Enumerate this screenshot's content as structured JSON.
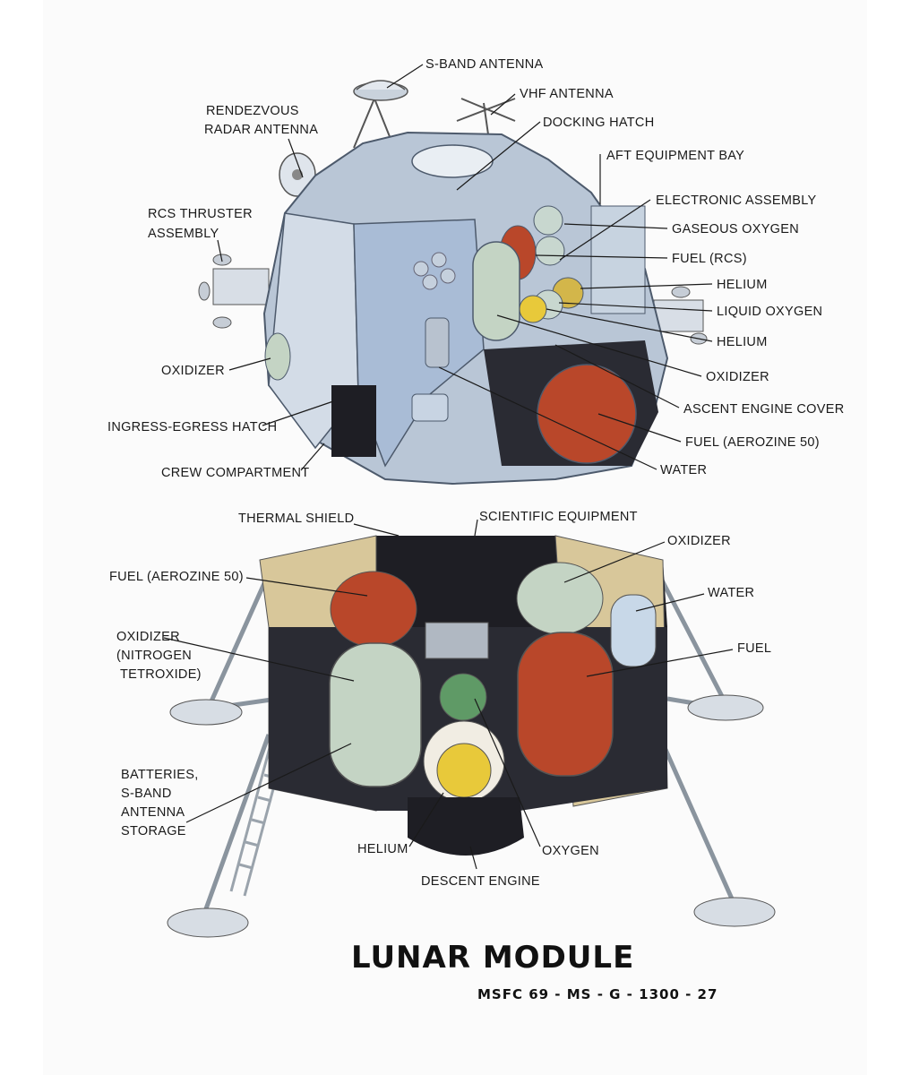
{
  "colors": {
    "panel": "#fbfbfb",
    "metal": "#b9c6d6",
    "metal_dark": "#6f7f96",
    "cabin": "#a9bcd6",
    "interior_dark": "#1e1e24",
    "fuel_orange": "#b9472a",
    "oxidizer_green": "#c4d4c4",
    "helium_yellow": "#e8c93a",
    "oxygen_green": "#5f9a66",
    "gold_foil": "#d8c79a"
  },
  "ascent_labels": [
    {
      "id": "s-band-antenna",
      "text": "S-BAND ANTENNA"
    },
    {
      "id": "vhf-antenna",
      "text": "VHF ANTENNA"
    },
    {
      "id": "rendezvous-radar-antenna",
      "lines": [
        "RENDEZVOUS",
        "RADAR ANTENNA"
      ]
    },
    {
      "id": "docking-hatch",
      "text": "DOCKING HATCH"
    },
    {
      "id": "aft-equipment-bay",
      "text": "AFT EQUIPMENT BAY"
    },
    {
      "id": "rcs-thruster-assembly",
      "lines": [
        "RCS THRUSTER",
        "ASSEMBLY"
      ]
    },
    {
      "id": "electronic-assembly",
      "text": "ELECTRONIC ASSEMBLY"
    },
    {
      "id": "gaseous-oxygen",
      "text": "GASEOUS OXYGEN"
    },
    {
      "id": "fuel-rcs",
      "text": "FUEL (RCS)"
    },
    {
      "id": "helium-1",
      "text": "HELIUM"
    },
    {
      "id": "liquid-oxygen",
      "text": "LIQUID OXYGEN"
    },
    {
      "id": "helium-2",
      "text": "HELIUM"
    },
    {
      "id": "oxidizer-left",
      "text": "OXIDIZER"
    },
    {
      "id": "oxidizer-right",
      "text": "OXIDIZER"
    },
    {
      "id": "ascent-engine-cover",
      "text": "ASCENT ENGINE COVER"
    },
    {
      "id": "ingress-egress-hatch",
      "text": "INGRESS-EGRESS HATCH"
    },
    {
      "id": "fuel-aerozine-50-ascent",
      "text": "FUEL (AEROZINE 50)"
    },
    {
      "id": "crew-compartment",
      "text": "CREW COMPARTMENT"
    },
    {
      "id": "water-ascent",
      "text": "WATER"
    }
  ],
  "descent_labels": [
    {
      "id": "thermal-shield",
      "text": "THERMAL SHIELD"
    },
    {
      "id": "scientific-equipment",
      "text": "SCIENTIFIC EQUIPMENT"
    },
    {
      "id": "oxidizer-descent",
      "text": "OXIDIZER"
    },
    {
      "id": "fuel-aerozine-50-descent",
      "text": "FUEL (AEROZINE 50)"
    },
    {
      "id": "water-descent",
      "text": "WATER"
    },
    {
      "id": "fuel-descent",
      "text": "FUEL"
    },
    {
      "id": "oxidizer-nitrogen-tetroxide",
      "lines": [
        "OXIDIZER",
        "(NITROGEN",
        "TETROXIDE)"
      ]
    },
    {
      "id": "batteries-s-band-antenna-storage",
      "lines": [
        "BATTERIES,",
        "S-BAND",
        "ANTENNA",
        "STORAGE"
      ]
    },
    {
      "id": "helium-descent",
      "text": "HELIUM"
    },
    {
      "id": "oxygen-descent",
      "text": "OXYGEN"
    },
    {
      "id": "descent-engine",
      "text": "DESCENT ENGINE"
    }
  ],
  "title": "LUNAR MODULE",
  "catalog_code": "MSFC 69 - MS - G - 1300 - 27"
}
